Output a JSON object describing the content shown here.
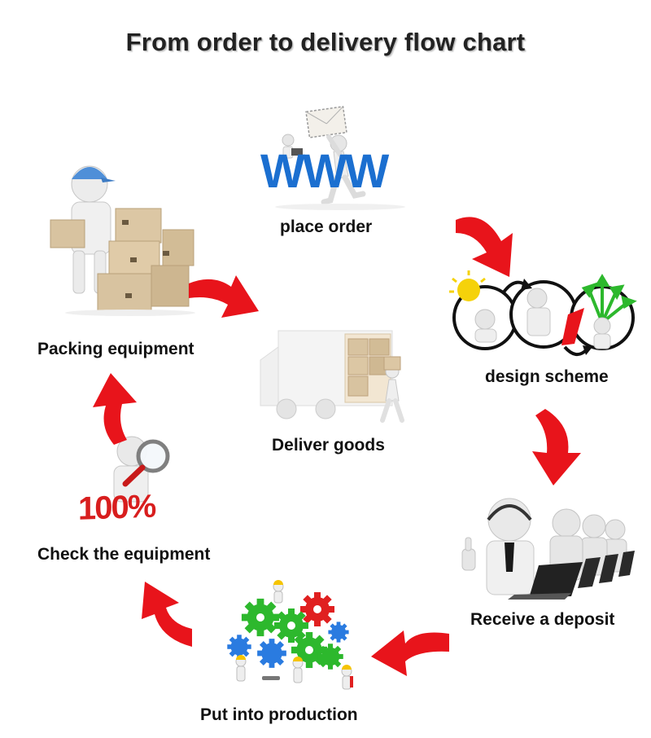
{
  "title": "From order to delivery flow chart",
  "steps": [
    {
      "label": "place order",
      "icon": "www-order-icon"
    },
    {
      "label": "design scheme",
      "icon": "design-idea-icon"
    },
    {
      "label": "Receive a deposit",
      "icon": "call-center-icon"
    },
    {
      "label": "Put into production",
      "icon": "gears-workers-icon"
    },
    {
      "label": "Check the equipment",
      "icon": "magnifier-100-percent-icon"
    },
    {
      "label": "Packing equipment",
      "icon": "boxes-packing-icon"
    },
    {
      "label": "Deliver goods",
      "icon": "delivery-truck-icon"
    }
  ],
  "illustration_text": {
    "www": "WWW",
    "percent": "100%"
  },
  "colors": {
    "arrow": "#e8141b",
    "www_blue": "#1b6fd0",
    "percent_red": "#d81e1e",
    "gear_green": "#2db82d",
    "gear_blue": "#2a7be0",
    "gear_red": "#e02020",
    "bulb_yellow": "#f5d20a"
  }
}
